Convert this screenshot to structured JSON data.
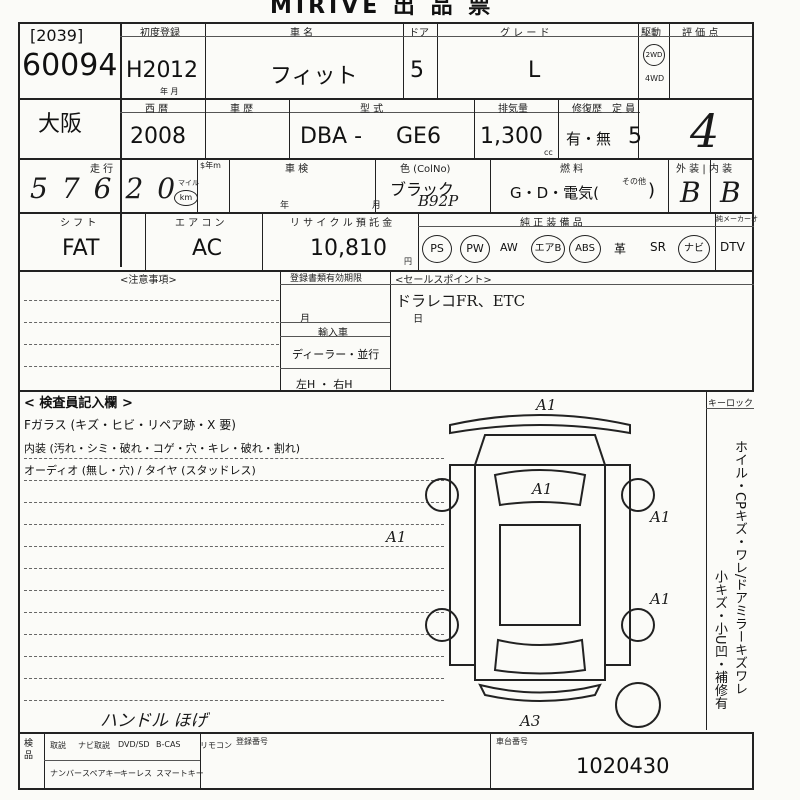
{
  "form_title": "MIRIVE 出 品 票",
  "lot": {
    "code": "[2039]",
    "number": "60094",
    "location": "大阪"
  },
  "labels": {
    "first_reg": "初度登録",
    "car_name": "車 名",
    "doors": "ドア",
    "grade": "グ レ ー ド",
    "drive": "駆動",
    "score": "評 価 点",
    "seireki": "西 暦",
    "shaken": "車 歴",
    "model": "型 式",
    "displacement": "排気量",
    "repair": "修復歴",
    "capacity": "定 員",
    "mileage": "走 行",
    "meter": "$年m",
    "inspection": "車 検",
    "color": "色 (ColNo)",
    "fuel": "燃 料",
    "ext_int": "外 装 | 内 装",
    "shift": "シ フ ト",
    "aircon": "エ ア コ ン",
    "recycle": "リ サ イ ク ル 預 託 金",
    "equipment": "純 正 装 備 品",
    "maker_opt": "純メーカーオ",
    "notes": "<注意事項>",
    "doc_expiry": "登録書類有効期限",
    "sales_point": "<セールスポイント>",
    "import": "輸入車",
    "inspector": "< 検査員記入欄 >",
    "keyless": "キーロック",
    "chassis": "車台番号",
    "reg_no": "登録番号"
  },
  "reg_year": "H20",
  "reg_month": "12",
  "era_note": "年 月",
  "car_name": "フィット",
  "doors": "5",
  "grade": "L",
  "drive_options": [
    "2WD",
    "4WD"
  ],
  "year_ad": "2008",
  "model_prefix": "DBA -",
  "model_code": "GE6",
  "displacement": "1,300",
  "cc_unit": "cc",
  "repair_history": "有・無",
  "capacity": "5",
  "mileage_digits": "57620",
  "mile_unit": "マイル",
  "km_unit": "km",
  "inspection_ym": "年 月",
  "color_name": "ブラック",
  "color_no": "B92P",
  "fuel_text": "G・D・電気(",
  "fuel_other": "その他",
  "fuel_close": ")",
  "exterior": "B",
  "interior": "B",
  "score_hw": "4",
  "shift": "FAT",
  "aircon": "AC",
  "recycle_fee": "10,810",
  "yen": "円",
  "equipment": [
    "PS",
    "PW",
    "AW",
    "エアB",
    "ABS",
    "革",
    "SR",
    "ナビ",
    "DTV"
  ],
  "expiry_ym": "月 日",
  "import_text": "ディーラー・並行",
  "handle": "左H ・ 右H",
  "sales_point": "ドラレコFR、ETC",
  "inspector_lines": [
    "Fガラス (キズ・ヒビ・リペア跡・X 要)",
    "内装 (汚れ・シミ・破れ・コゲ・穴・キレ・破れ・割れ)",
    "オーディオ (無し・穴) / タイヤ (スタッドレス)"
  ],
  "vertical_notes": "ホイル・CPキズ・ワレ/ドアミラーキズワレ",
  "vertical_notes2": "小キズ・小U凹・補修有",
  "diagram_marks": [
    "A1",
    "A1",
    "A1",
    "A1",
    "A1",
    "A3"
  ],
  "handwriting_bottom": "ハンドル ほげ",
  "bottom_options_row1": [
    "取説",
    "ナビ取説",
    "DVD/SD",
    "B-CAS",
    "リモコン"
  ],
  "bottom_options_row2": [
    "ナンバー",
    "スペアキー",
    "キーレス",
    "スマートキー"
  ],
  "bottom_left_label": "検 品",
  "chassis_number": "1020430"
}
